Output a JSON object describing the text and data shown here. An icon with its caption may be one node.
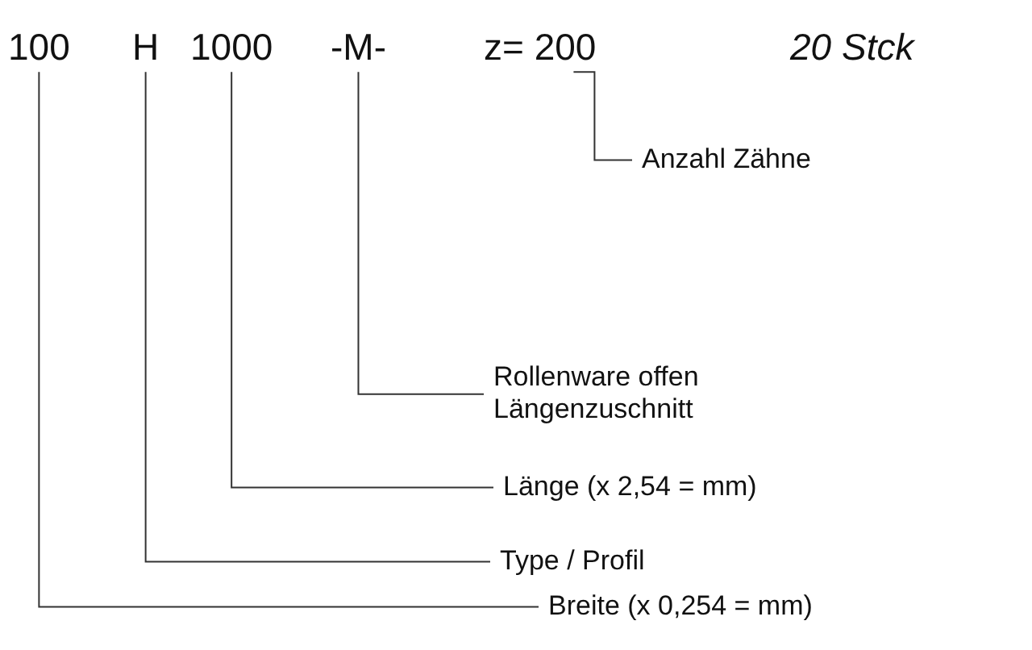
{
  "diagram": {
    "nodes": [
      {
        "text": [
          "100"
        ]
      },
      {
        "text": [
          "H"
        ]
      },
      {
        "text": [
          "1000"
        ]
      },
      {
        "text": [
          "-M-"
        ]
      },
      {
        "text": [
          "z= 200"
        ]
      },
      {
        "text": [
          "Anzahl Zähne"
        ]
      },
      {
        "text": [
          "Rollenware offen Längenzuschnitt"
        ]
      },
      {
        "text": [
          "Länge (x 2,54 = mm)"
        ]
      },
      {
        "text": [
          "Type / Profil"
        ]
      },
      {
        "text": [
          "Breite (x 0,254 = mm)"
        ]
      }
    ],
    "edges": [
      {
        "from": 4,
        "to": 5,
        "arrow": "none"
      },
      {
        "from": 3,
        "to": 6,
        "arrow": "none"
      },
      {
        "from": 2,
        "to": 7,
        "arrow": "none"
      },
      {
        "from": 1,
        "to": 8,
        "arrow": "none"
      },
      {
        "from": 0,
        "to": 9,
        "arrow": "none"
      }
    ],
    "labels": [
      "20 Stck"
    ]
  }
}
